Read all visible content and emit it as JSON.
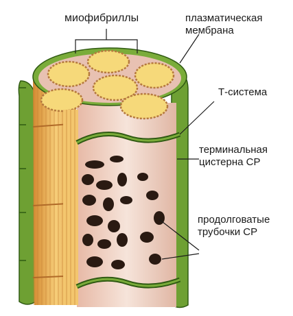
{
  "labels": {
    "myofibrils": "миофибриллы",
    "plasma_membrane": [
      "плазматическая",
      "мембрана"
    ],
    "t_system": "Т-система",
    "terminal_cistern": [
      "терминальная",
      "цистерна СР"
    ],
    "longitudinal_tubules": [
      "продолговатые",
      "трубочки СР"
    ]
  },
  "colors": {
    "membrane_green": "#6a9a2c",
    "membrane_dark": "#2f5a12",
    "myofibril_fill": "#f6d97a",
    "myofibril_edge": "#b5793e",
    "reticulum_dark": "#2a1a12",
    "reticulum_light": "#f4e2d8",
    "interior_pink": "#e9c6b9",
    "striation_orange": "#e2a24a"
  }
}
